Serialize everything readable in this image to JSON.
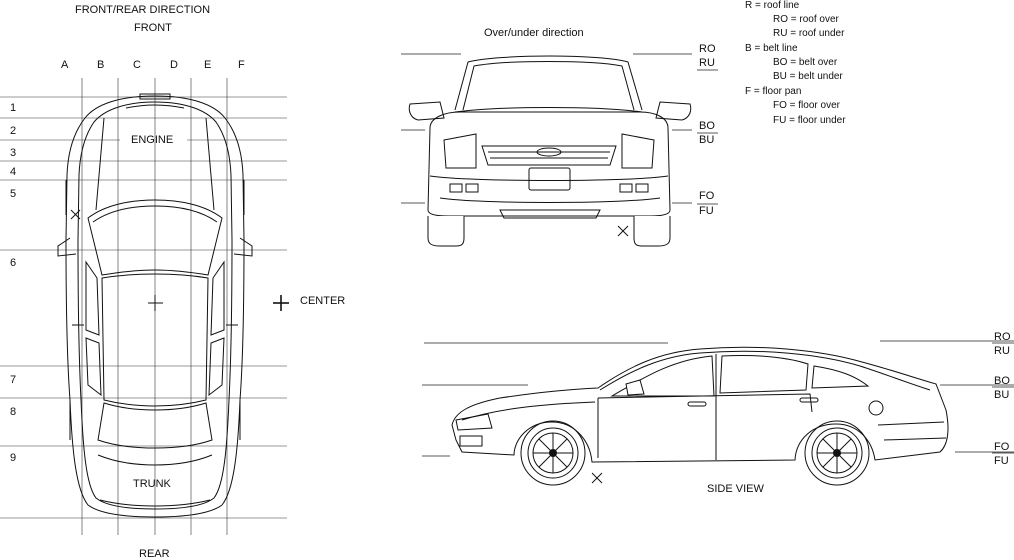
{
  "front_rear": {
    "title": "FRONT/REAR   DIRECTION",
    "front": "FRONT",
    "rear": "REAR",
    "columns": [
      "A",
      "B",
      "C",
      "D",
      "E",
      "F"
    ],
    "rows": [
      "1",
      "2",
      "3",
      "4",
      "5",
      "6",
      "7",
      "8",
      "9"
    ],
    "engine": "ENGINE",
    "trunk": "TRUNK",
    "center": "CENTER"
  },
  "over_under": {
    "title": "Over/under direction",
    "ro": "RO",
    "ru": "RU",
    "bo": "BO",
    "bu": "BU",
    "fo": "FO",
    "fu": "FU"
  },
  "legend": {
    "r": "R = roof line",
    "ro": "RO = roof over",
    "ru": "RU = roof under",
    "b": "B = belt line",
    "bo": "BO = belt over",
    "bu": "BU = belt under",
    "f": "F = floor pan",
    "fo": "FO = floor over",
    "fu": "FU = floor under"
  },
  "side_view": {
    "title": "SIDE VIEW",
    "ro": "RO",
    "ru": "RU",
    "bo": "BO",
    "bu": "BU",
    "fo": "FO",
    "fu": "FU"
  }
}
